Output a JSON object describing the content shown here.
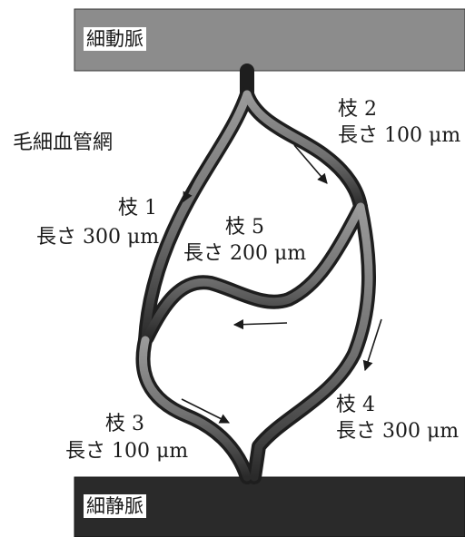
{
  "arteriole": {
    "label": "細動脈"
  },
  "venule": {
    "label": "細静脈"
  },
  "network_label": "毛細血管網",
  "branches": [
    {
      "id": 1,
      "name": "枝 1",
      "length": "長さ 300 μm"
    },
    {
      "id": 2,
      "name": "枝 2",
      "length": "長さ 100 μm"
    },
    {
      "id": 3,
      "name": "枝 3",
      "length": "長さ 100 μm"
    },
    {
      "id": 4,
      "name": "枝 4",
      "length": "長さ 300 μm"
    },
    {
      "id": 5,
      "name": "枝 5",
      "length": "長さ 200 μm"
    }
  ],
  "colors": {
    "arteriole_fill": "#8c8c8c",
    "venule_fill": "#2a2a2a",
    "vessel_stroke": "#1e1e1e"
  }
}
